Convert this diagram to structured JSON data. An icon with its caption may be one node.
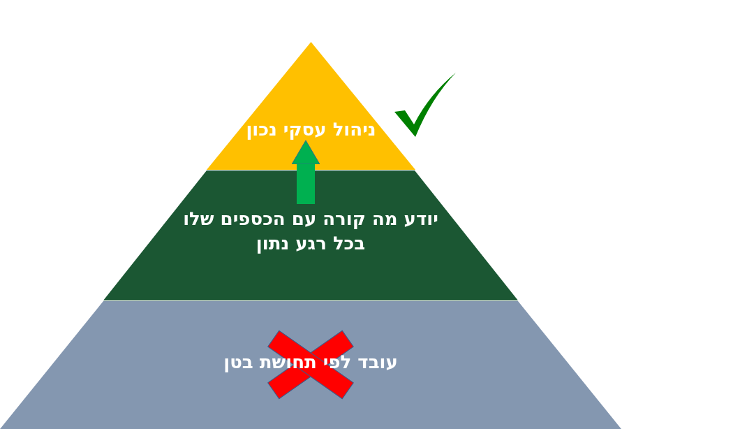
{
  "diagram": {
    "nodes": [
      {
        "text": [
          "ניהול עסקי נכון"
        ]
      },
      {
        "text": [
          "יודע מה קורה עם הכספים שלו בכל רגע נתון"
        ]
      },
      {
        "text": [
          "עובד לפי תחושת בטן"
        ]
      }
    ],
    "edges": [
      {
        "from": 1,
        "to": 0,
        "arrow": "to",
        "color": "#00b050"
      }
    ]
  }
}
